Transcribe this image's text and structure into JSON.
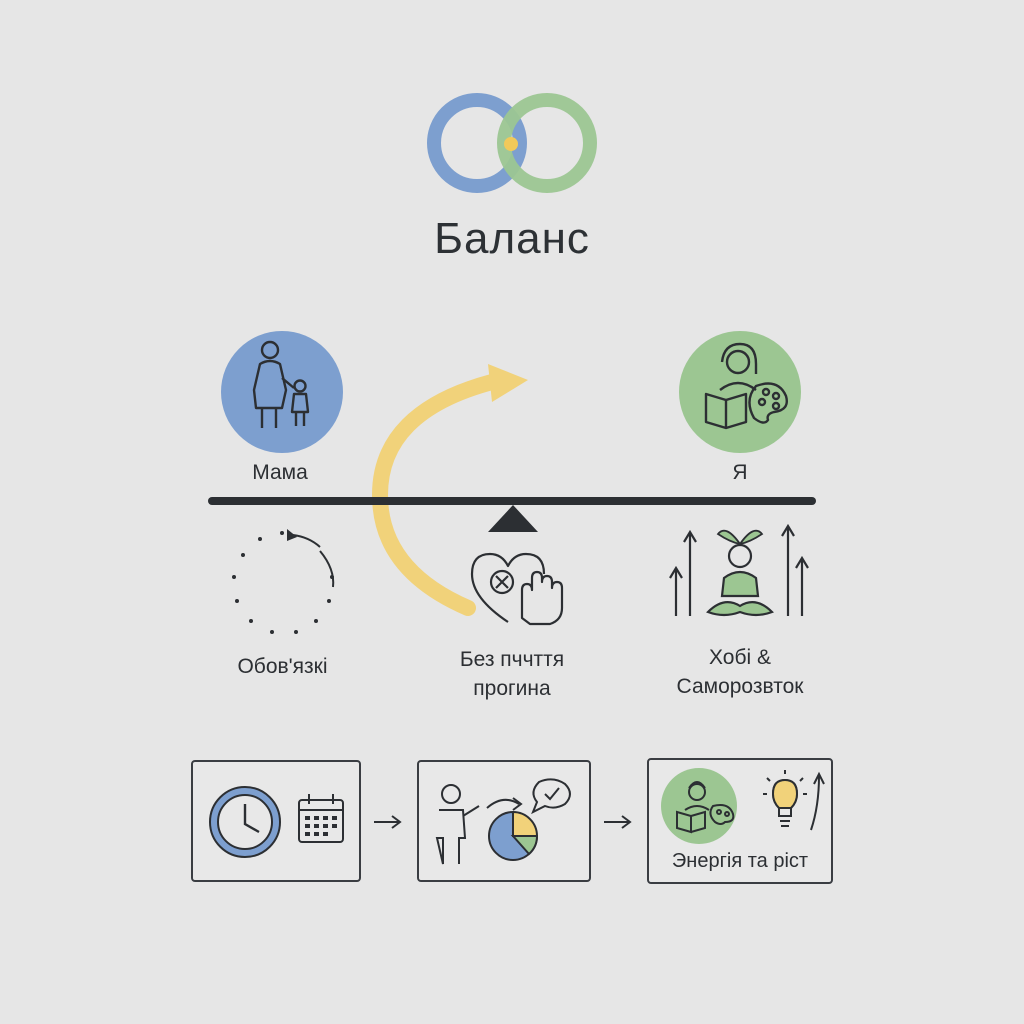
{
  "title": "Баланс",
  "left": {
    "label": "Мама"
  },
  "right": {
    "label": "Я"
  },
  "bottom_labels": {
    "duties": "Обов'язкі",
    "guilt_line1": "Без пччття",
    "guilt_line2": "прогина",
    "hobby_line1": "Хобі &",
    "hobby_line2": "Саморозвток"
  },
  "flow": {
    "box3_caption": "Энергія та ріст"
  },
  "icons": {
    "logo": "overlapping-rings-icon",
    "mother": "mother-child-icon",
    "self": "woman-reading-palette-icon",
    "cycle": "dotted-cycle-icon",
    "guilt": "heart-hand-icon",
    "growth": "meditation-growth-icon"
  },
  "colors": {
    "blue": "#7d9fcf",
    "green": "#9cc692",
    "yellow": "#f1d27a",
    "dark": "#2c2f33",
    "background": "#e6e6e6"
  }
}
